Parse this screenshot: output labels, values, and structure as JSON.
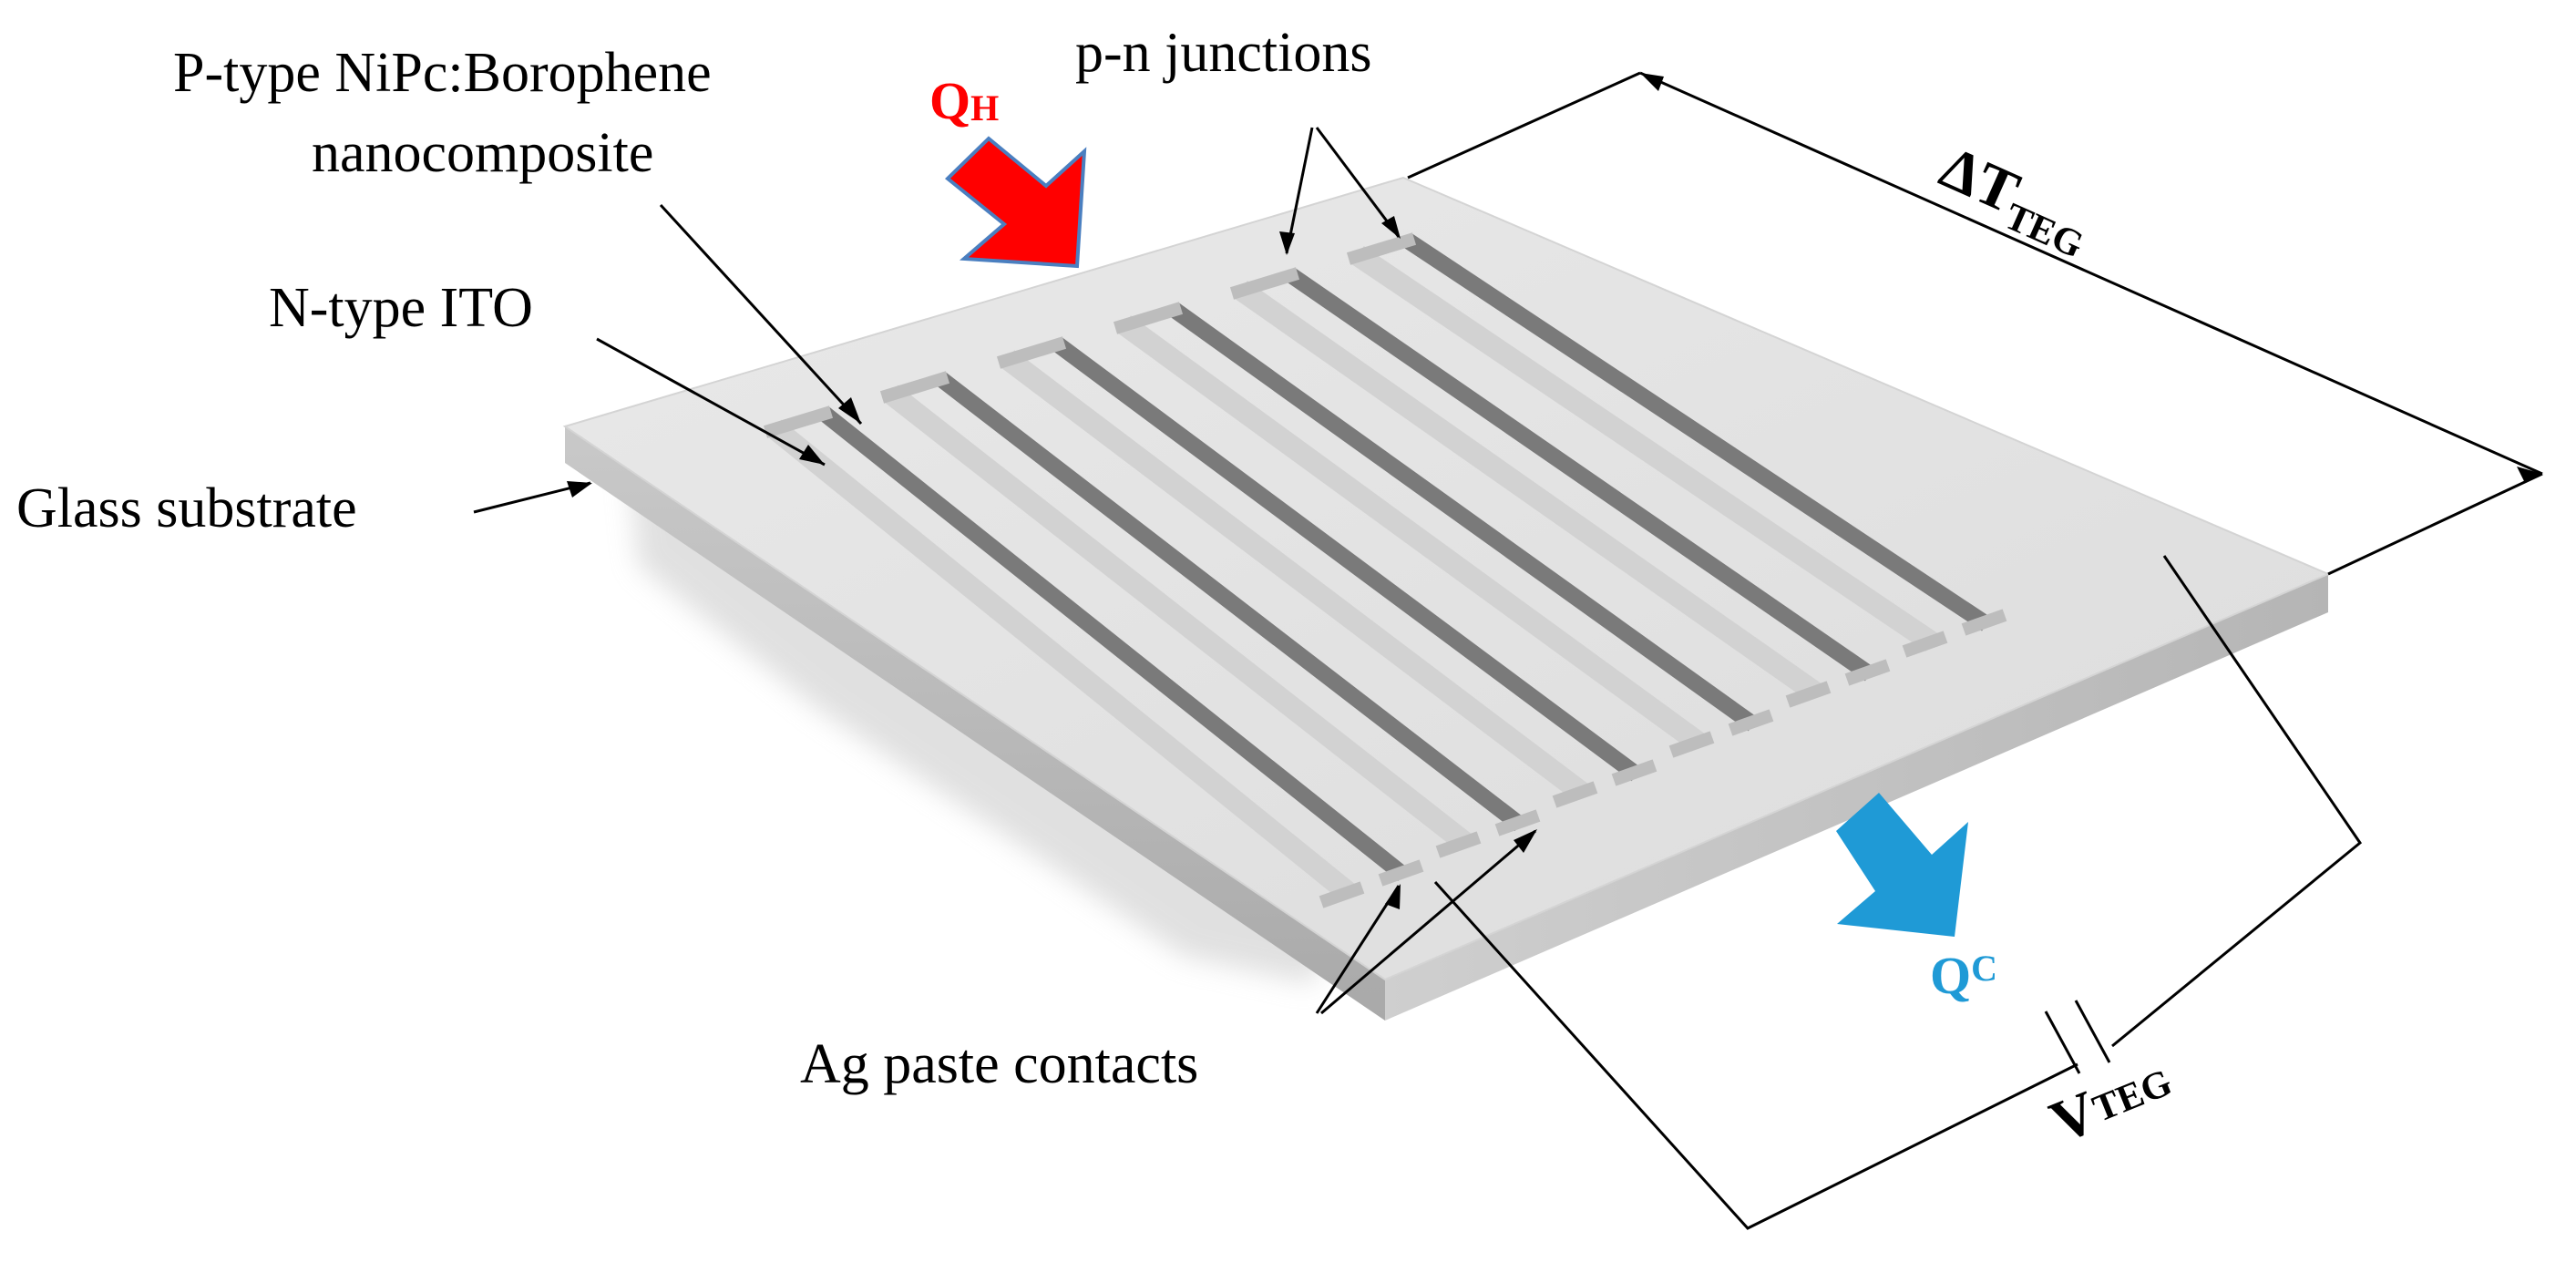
{
  "labels": {
    "ptype_line1": "P-type NiPc:Borophene",
    "ptype_line2": "nanocomposite",
    "pn_junctions": "p-n junctions",
    "ntype": "N-type ITO",
    "glass": "Glass substrate",
    "ag_contacts": "Ag paste contacts"
  },
  "heat": {
    "hot_main": "Q",
    "hot_sub": "H",
    "cold_main": "Q",
    "cold_sub": "C"
  },
  "quantities": {
    "delta_main": "ΔT",
    "delta_sub": "TEG",
    "v_main": "V",
    "v_sub": "TEG"
  },
  "colors": {
    "hot_arrow": "#ff0000",
    "cold_arrow": "#1f9ad6",
    "substrate_top": "#e2e2e2",
    "ito_strip": "#d2d2d2",
    "p_strip": "#7a7a7a",
    "contact": "#bdbdbd"
  }
}
